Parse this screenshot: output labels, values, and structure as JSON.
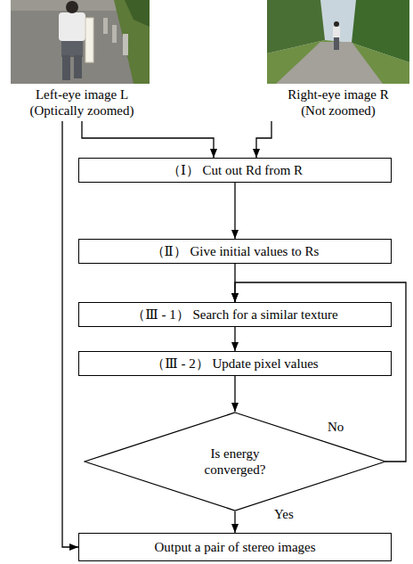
{
  "diagram": {
    "nodes": [
      {
        "text": [
          "Left-eye image L (Optically zoomed)"
        ]
      },
      {
        "text": [
          "Right-eye image R (Not zoomed)"
        ]
      },
      {
        "text": [
          "（Ⅰ） Cut out Rd from R"
        ]
      },
      {
        "text": [
          "（Ⅱ） Give initial values to Rs"
        ]
      },
      {
        "text": [
          "（Ⅲ - 1） Search for a similar texture"
        ]
      },
      {
        "text": [
          "（Ⅲ - 2） Update pixel values"
        ]
      },
      {
        "text": [
          "Is energy converged?"
        ]
      },
      {
        "text": [
          "Output a pair of stereo images"
        ]
      }
    ],
    "edges": [
      {
        "from": 0,
        "to": 2,
        "arrow": "to"
      },
      {
        "from": 1,
        "to": 2,
        "arrow": "to"
      },
      {
        "from": 2,
        "to": 3,
        "arrow": "to"
      },
      {
        "from": 3,
        "to": 4,
        "arrow": "to"
      },
      {
        "from": 4,
        "to": 5,
        "arrow": "to"
      },
      {
        "from": 5,
        "to": 6,
        "arrow": "to"
      },
      {
        "from": 6,
        "to": 4,
        "label": "No",
        "arrow": "to"
      },
      {
        "from": 6,
        "to": 7,
        "label": "Yes",
        "arrow": "to"
      },
      {
        "from": 0,
        "to": 7,
        "arrow": "to"
      }
    ]
  }
}
